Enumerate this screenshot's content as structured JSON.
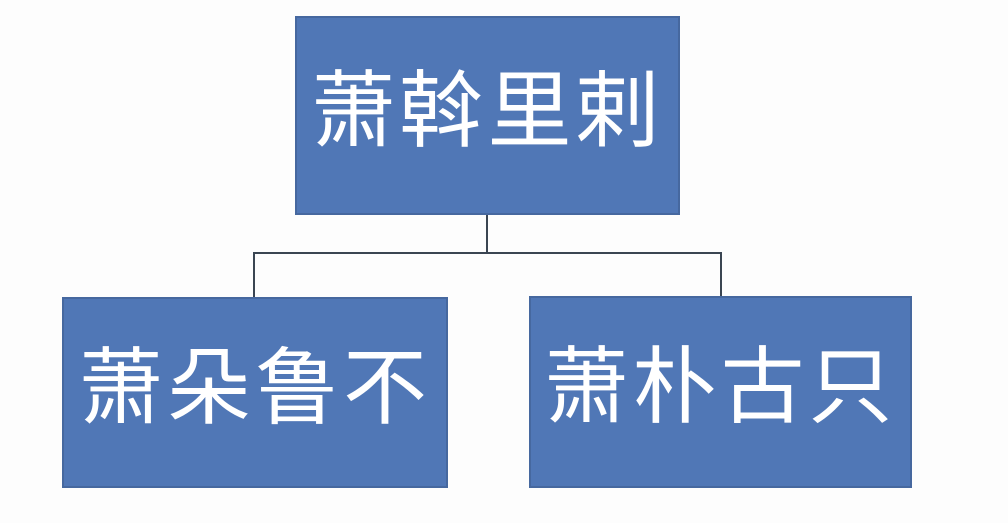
{
  "diagram": {
    "type": "family-tree-org-chart",
    "nodes": {
      "root": {
        "label": "萧斡里剌"
      },
      "children": [
        {
          "label": "萧朵鲁不"
        },
        {
          "label": "萧朴古只"
        }
      ]
    },
    "colors": {
      "background": "#fdfdfd",
      "node_fill": "#5077b6",
      "node_border": "#46689f",
      "node_text": "#ffffff",
      "connector": "#3a4552"
    }
  }
}
